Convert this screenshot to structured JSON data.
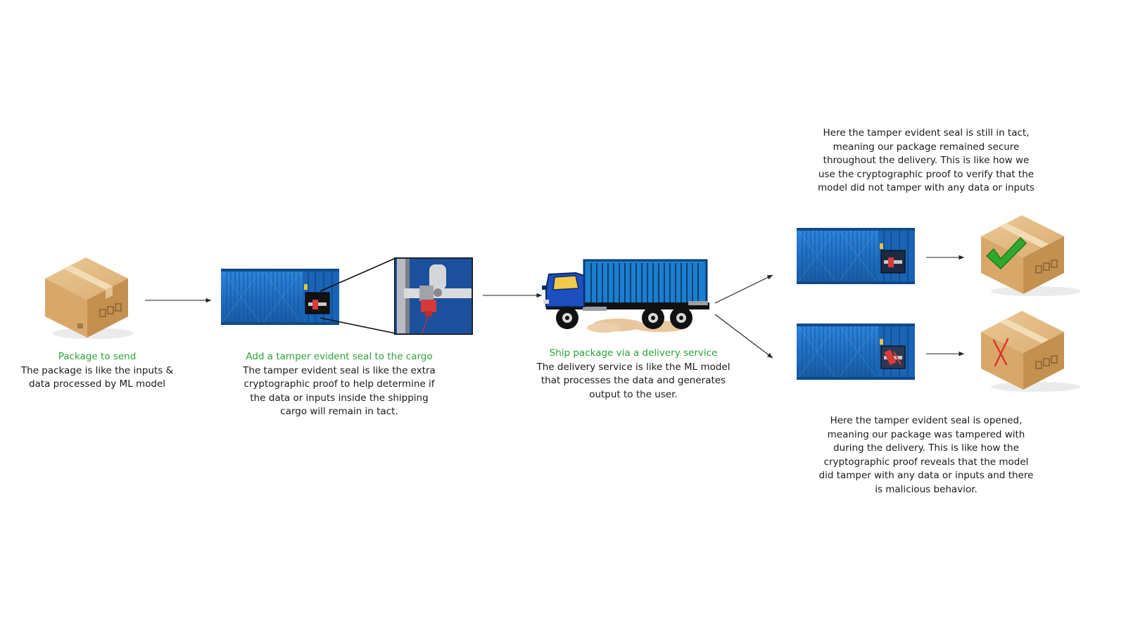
{
  "steps": [
    {
      "title": "Package to send",
      "description": "The package is like the inputs & data processed by ML model"
    },
    {
      "title": "Add a tamper evident seal to the cargo",
      "description": "The tamper evident seal is like the extra cryptographic proof to help determine if the data or inputs inside the shipping cargo will remain in tact."
    },
    {
      "title": "Ship package via a delivery service",
      "description": "The delivery service is like the ML model that processes the data and generates output to the user."
    }
  ],
  "outcomes": {
    "intact": "Here the tamper evident seal is still in tact, meaning our package remained secure throughout the delivery. This is like how we use the cryptographic proof to verify that the model did not tamper with any data or inputs",
    "opened": "Here the tamper evident seal is opened, meaning our package was tampered with during the delivery. This is like how the cryptographic proof reveals that the model did tamper with any data or inputs and there is malicious behavior."
  },
  "icons": {
    "package": "cardboard-box-icon",
    "container": "shipping-container-icon",
    "seal": "tamper-seal-icon",
    "truck": "delivery-truck-icon",
    "check": "check-mark-icon",
    "cross": "x-mark-icon"
  },
  "colors": {
    "step_title": "#2aa33a",
    "container_blue": "#1f6fc4",
    "check_green": "#2ea82e",
    "cross_red": "#e0302a"
  }
}
